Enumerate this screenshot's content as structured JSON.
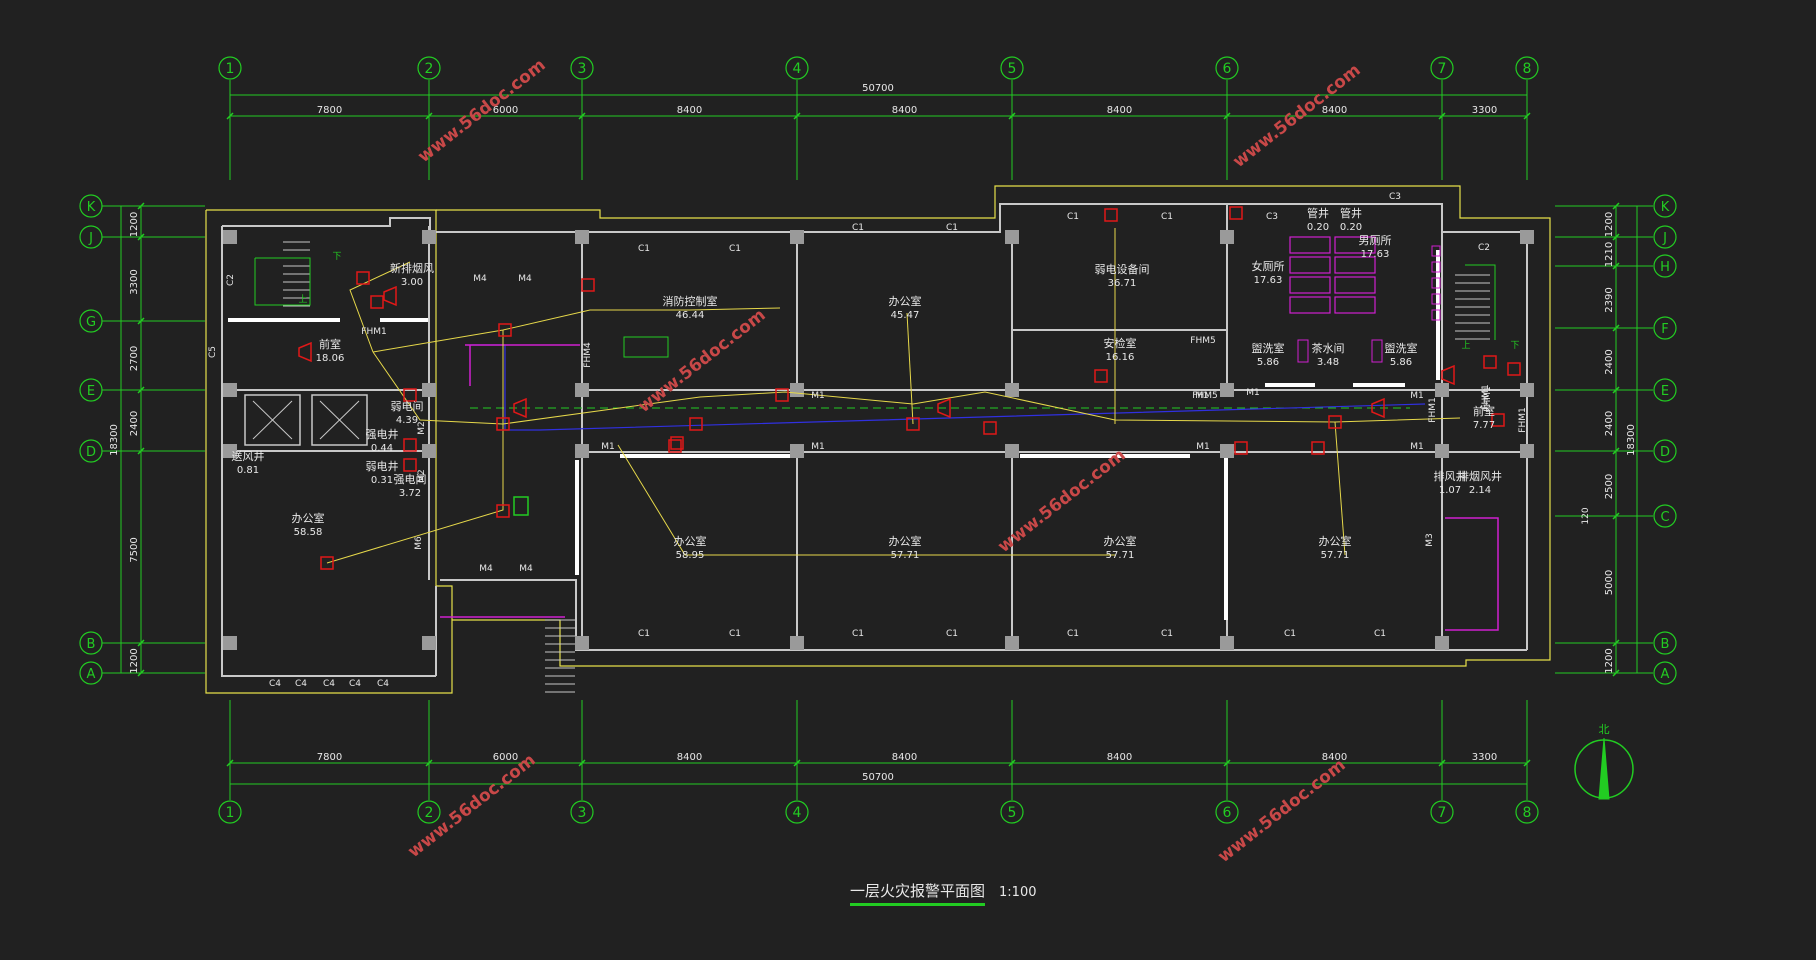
{
  "axes_x": [
    "1",
    "2",
    "3",
    "4",
    "5",
    "6",
    "7",
    "8"
  ],
  "axes_y": [
    "K",
    "J",
    "G",
    "E",
    "D",
    "B",
    "A"
  ],
  "axes_y_right": [
    "K",
    "J",
    "H",
    "F",
    "E",
    "D",
    "C",
    "B",
    "A"
  ],
  "dims_top": [
    "7800",
    "6000",
    "8400",
    "8400",
    "8400",
    "8400",
    "3300"
  ],
  "dims_bottom": [
    "7800",
    "6000",
    "8400",
    "8400",
    "8400",
    "8400",
    "3300"
  ],
  "total_width": "50700",
  "total_height": "18300",
  "dims_left": [
    "1200",
    "3300",
    "2700",
    "2400",
    "7500",
    "1200"
  ],
  "dims_right": [
    "1200",
    "1210",
    "2390",
    "2400",
    "2400",
    "2500",
    "5000",
    "1200"
  ],
  "dim_right_inner": "120",
  "rooms": [
    {
      "name": "新排烟风",
      "area": "3.00"
    },
    {
      "name": "前室",
      "area": "18.06"
    },
    {
      "name": "弱电间",
      "area": "4.39"
    },
    {
      "name": "强电井",
      "area": "0.44"
    },
    {
      "name": "弱电井",
      "area": "0.31"
    },
    {
      "name": "强电间",
      "area": "3.72"
    },
    {
      "name": "送风井",
      "area": "0.81"
    },
    {
      "name": "办公室",
      "area": "58.58"
    },
    {
      "name": "消防控制室",
      "area": "46.44"
    },
    {
      "name": "办公室",
      "area": "45.47"
    },
    {
      "name": "弱电设备间",
      "area": "36.71"
    },
    {
      "name": "安检室",
      "area": "16.16"
    },
    {
      "name": "管井",
      "area": "0.20"
    },
    {
      "name": "管井",
      "area": "0.20"
    },
    {
      "name": "女厕所",
      "area": "17.63"
    },
    {
      "name": "男厕所",
      "area": "17.63"
    },
    {
      "name": "盥洗室",
      "area": "5.86"
    },
    {
      "name": "茶水间",
      "area": "3.48"
    },
    {
      "name": "盥洗室",
      "area": "5.86"
    },
    {
      "name": "前室",
      "area": "7.77"
    },
    {
      "name": "排风井",
      "area": "1.07"
    },
    {
      "name": "排烟风井",
      "area": "2.14"
    },
    {
      "name": "办公室",
      "area": "58.95"
    },
    {
      "name": "办公室",
      "area": "57.71"
    },
    {
      "name": "办公室",
      "area": "57.71"
    },
    {
      "name": "办公室",
      "area": "57.71"
    }
  ],
  "door_labels": [
    {
      "t": "M4"
    },
    {
      "t": "M4"
    },
    {
      "t": "M4"
    },
    {
      "t": "M4"
    },
    {
      "t": "FHM1"
    },
    {
      "t": "FHM1"
    },
    {
      "t": "M2"
    },
    {
      "t": "M2"
    },
    {
      "t": "M6"
    },
    {
      "t": "FHM4"
    },
    {
      "t": "M1"
    },
    {
      "t": "M1"
    },
    {
      "t": "M1"
    },
    {
      "t": "M1"
    },
    {
      "t": "M1"
    },
    {
      "t": "M1"
    },
    {
      "t": "M1"
    },
    {
      "t": "M1"
    },
    {
      "t": "FHM5"
    },
    {
      "t": "FHM5"
    },
    {
      "t": "FHM1"
    },
    {
      "t": "FHM1"
    },
    {
      "t": "FHM1"
    },
    {
      "t": "M3"
    },
    {
      "t": "下"
    },
    {
      "t": "上"
    },
    {
      "t": "下"
    },
    {
      "t": "上"
    }
  ],
  "window_labels": [
    {
      "t": "C1"
    },
    {
      "t": "C1"
    },
    {
      "t": "C1"
    },
    {
      "t": "C1"
    },
    {
      "t": "C1"
    },
    {
      "t": "C1"
    },
    {
      "t": "C3"
    },
    {
      "t": "C3"
    },
    {
      "t": "C2"
    },
    {
      "t": "C2"
    },
    {
      "t": "C5"
    },
    {
      "t": "C1"
    },
    {
      "t": "C1"
    },
    {
      "t": "C1"
    },
    {
      "t": "C1"
    },
    {
      "t": "C1"
    },
    {
      "t": "C1"
    },
    {
      "t": "C1"
    },
    {
      "t": "C1"
    },
    {
      "t": "C4"
    },
    {
      "t": "C4"
    },
    {
      "t": "C4"
    },
    {
      "t": "C4"
    },
    {
      "t": "C4"
    }
  ],
  "watermarks": [
    "www.56doc.com",
    "www.56doc.com",
    "www.56doc.com",
    "www.56doc.com",
    "www.56doc.com",
    "www.56doc.com",
    "www.56doc.com"
  ],
  "north_label": "北",
  "title": "一层火灾报警平面图",
  "scale": "1:100",
  "colors": {
    "background": "#212121",
    "axis_green": "#22cc22",
    "wall_gray": "#c8c8c8",
    "outline_yellow": "#e6e04a",
    "device_red": "#e01818",
    "wire_yellow": "#e6d84a",
    "pipe_magenta": "#d020d0",
    "pipe_blue": "#3030e0",
    "text_white": "#e8e8e8",
    "watermark_red": "#c84848"
  }
}
